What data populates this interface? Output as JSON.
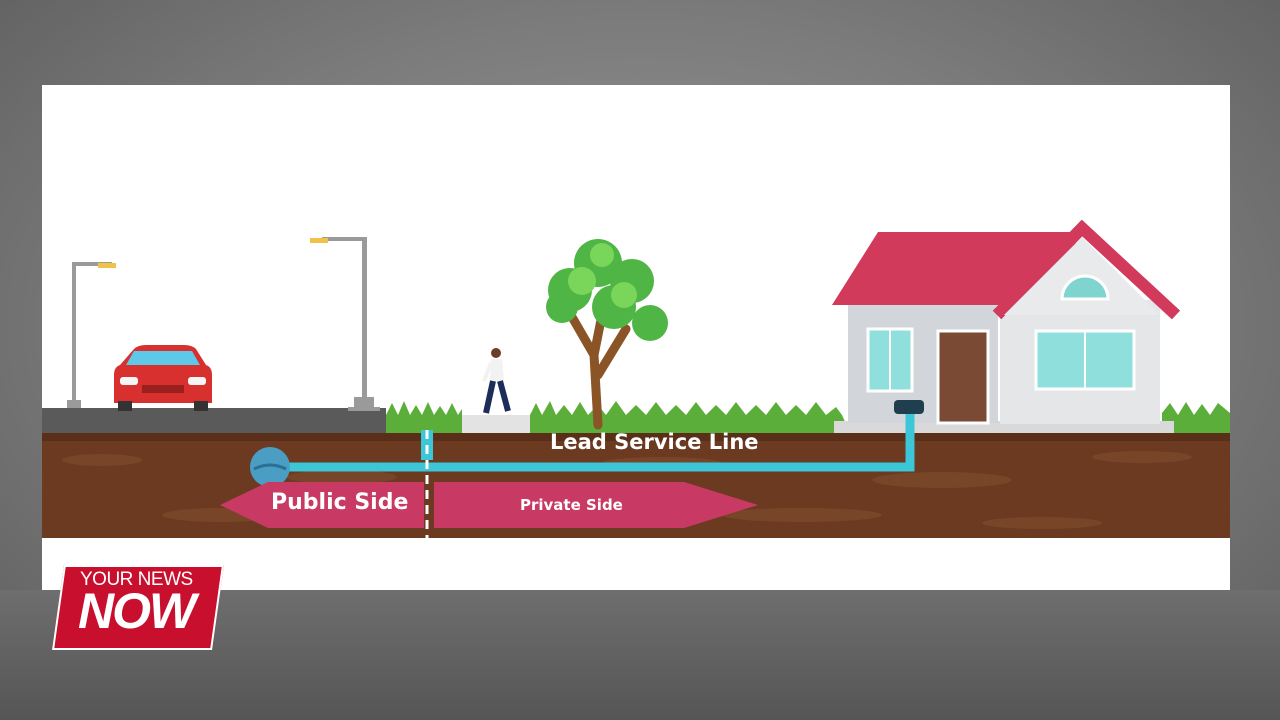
{
  "diagram": {
    "pipe_label": "Lead Service Line",
    "public_label": "Public Side",
    "private_label": "Private Side"
  },
  "logo": {
    "line1": "YOUR NEWS",
    "line2": "NOW"
  },
  "colors": {
    "pipe": "#3cc6d8",
    "arrow": "#c83a64",
    "roof": "#d23a5c",
    "soil": "#6b3a21",
    "grass": "#55a93a",
    "logo": "#c8102e"
  }
}
